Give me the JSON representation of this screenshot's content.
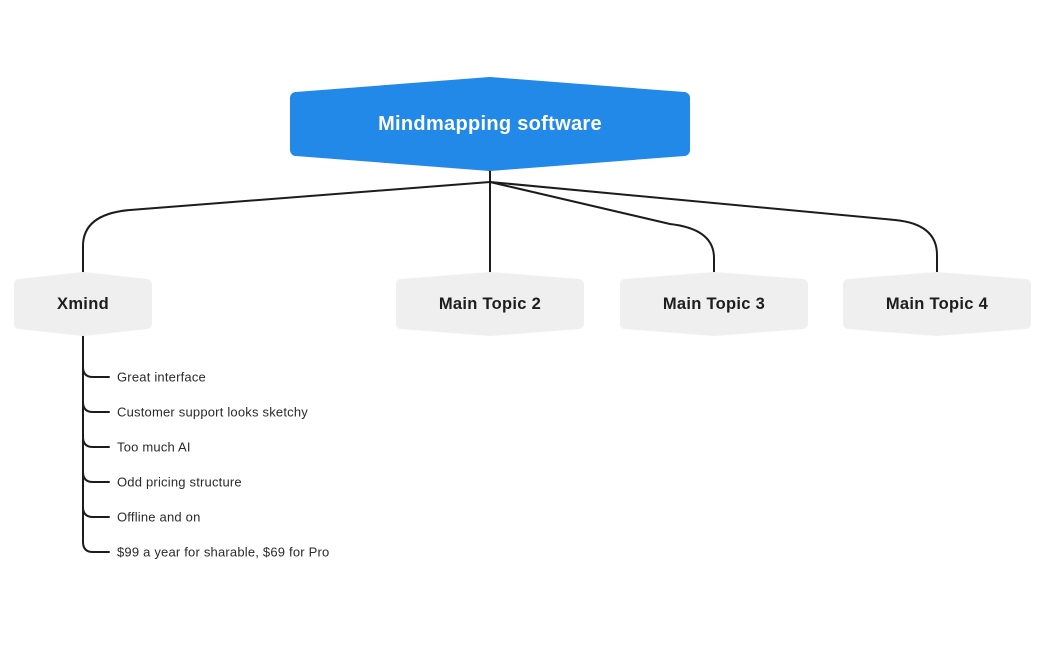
{
  "diagram": {
    "root": {
      "label": "Mindmapping software"
    },
    "main_topics": [
      {
        "label": "Xmind"
      },
      {
        "label": "Main Topic 2"
      },
      {
        "label": "Main Topic 3"
      },
      {
        "label": "Main Topic 4"
      }
    ],
    "subtopics": [
      "Great interface",
      "Customer support looks sketchy",
      "Too much AI",
      "Odd pricing structure",
      "Offline and on",
      "$99 a year for sharable, $69 for Pro"
    ]
  },
  "colors": {
    "root_fill": "#2289E8",
    "root_text": "#FFFFFF",
    "topic_fill": "#EFEFEF",
    "topic_text": "#1D1D1D",
    "line": "#1C1C1C"
  }
}
